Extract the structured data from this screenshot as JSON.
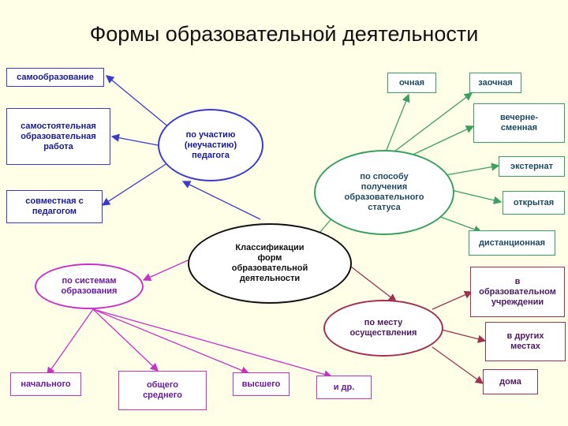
{
  "title": "Формы образовательной деятельности",
  "center": "Классификации\nформ\nобразовательной\nдеятельности",
  "participation": {
    "label": "по участию\n(неучастию)\nпедагога",
    "items": [
      "самообразование",
      "самостоятельная\nобразовательная\nработа",
      "совместная с\nпедагогом"
    ]
  },
  "status": {
    "label": "по способу\nполучения\nобразовательного\nстатуса",
    "items": [
      "очная",
      "заочная",
      "вечерне-\nсменная",
      "экстернат",
      "открытая",
      "дистанционная"
    ]
  },
  "systems": {
    "label": "по системам\nобразования",
    "items": [
      "начального",
      "общего\nсреднего",
      "высшего",
      "и др."
    ]
  },
  "place": {
    "label": "по месту\nосуществления",
    "items": [
      "в\nобразовательном\nучреждении",
      "в других\nместах",
      "дома"
    ]
  },
  "colors": {
    "blue": "#3a3ad0",
    "green": "#3aa060",
    "magenta": "#c830c8",
    "maroon": "#a03050"
  }
}
